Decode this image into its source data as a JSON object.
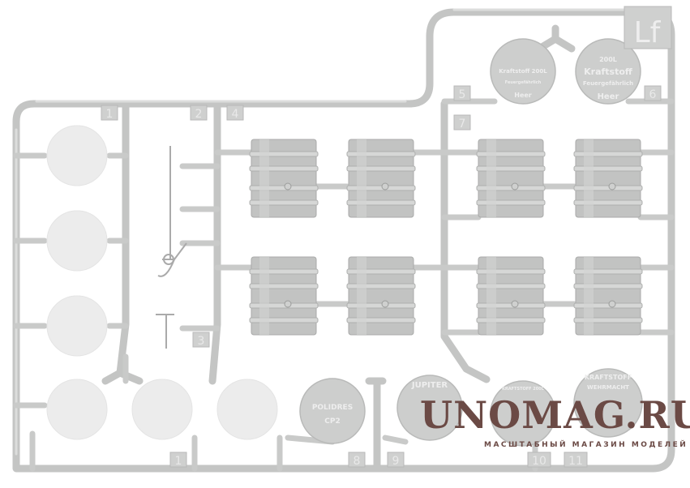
{
  "sprue": {
    "letter_tag": "Lf",
    "part_numbers": [
      "1",
      "2",
      "3",
      "4",
      "5",
      "6",
      "7",
      "8",
      "9",
      "10",
      "11",
      "1"
    ],
    "disc_texts": {
      "disc_5": [
        "Kraftstoff 200L",
        "Feuergefährlich",
        "Heer"
      ],
      "disc_6": [
        "200L",
        "Kraftstoff",
        "Feuergefährlich",
        "Heer"
      ],
      "disc_8": [
        "POLIDRES",
        "CP2"
      ],
      "disc_9": [
        "JUPITER"
      ],
      "disc_10": [
        "KRAFTSTOFF 200L"
      ],
      "disc_11": [
        "KRAFTSTOFF",
        "WEHRMACHT"
      ]
    }
  },
  "watermark": {
    "brand": "UNOMAG.RU",
    "tagline": "МАСШТАБНЫЙ МАГАЗИН МОДЕЛЕЙ"
  },
  "colors": {
    "plastic": "#c4c5c4",
    "watermark": "#6b4a45"
  }
}
